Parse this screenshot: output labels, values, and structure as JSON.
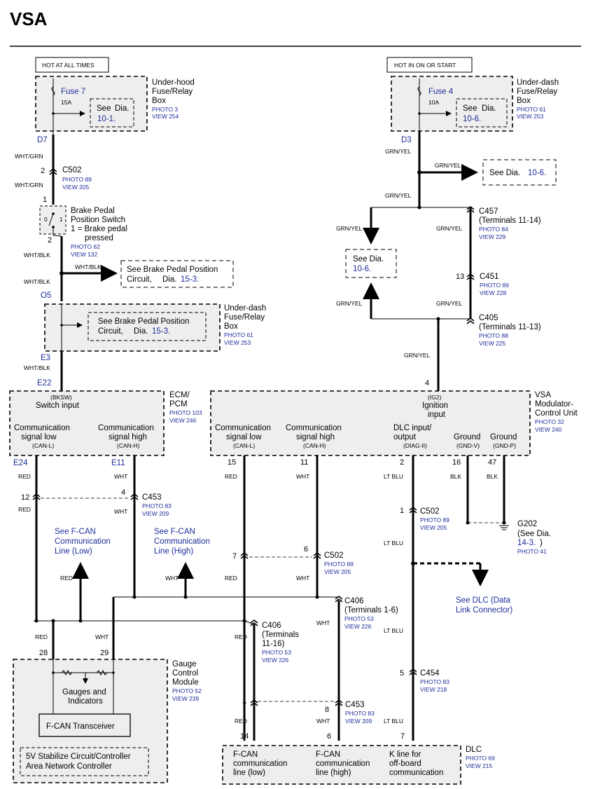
{
  "title": "VSA",
  "power": {
    "hot_at_all_times": "HOT AT ALL TIMES",
    "hot_in_on_or_start": "HOT IN ON OR START"
  },
  "underhood_box": {
    "fuse": "Fuse 7",
    "amps": "15A",
    "see1": "See",
    "dia1": "Dia.",
    "ref": "10-1.",
    "name1": "Under-hood",
    "name2": "Fuse/Relay",
    "name3": "Box",
    "photo": "PHOTO 3",
    "view": "VIEW 254",
    "terminal": "D7"
  },
  "underdash_box_top": {
    "fuse": "Fuse 4",
    "amps": "10A",
    "see1": "See",
    "dia1": "Dia.",
    "ref": "10-6.",
    "name1": "Under-dash",
    "name2": "Fuse/Relay",
    "name3": "Box",
    "photo": "PHOTO 61",
    "view": "VIEW 253",
    "terminal": "D3"
  },
  "wires": {
    "wht_grn": "WHT/GRN",
    "wht_blk": "WHT/BLK",
    "grn_yel": "GRN/YEL",
    "red": "RED",
    "wht": "WHT",
    "lt_blu": "LT BLU",
    "blk": "BLK"
  },
  "connectors": {
    "c502": "C502",
    "c502_photo": "PHOTO 89",
    "c502_view": "VIEW 205",
    "c457": "C457",
    "c457_sub": "(Terminals 11-14)",
    "c457_photo": "PHOTO 84",
    "c457_view": "VIEW 229",
    "c451": "C451",
    "c451_photo": "PHOTO 89",
    "c451_view": "VIEW 228",
    "c405": "C405",
    "c405_sub": "(Terminals 11-13)",
    "c405_photo": "PHOTO 88",
    "c405_view": "VIEW 225",
    "c453": "C453",
    "c453_photo": "PHOTO 83",
    "c453_view": "VIEW 209",
    "c406": "C406",
    "c406_sub": "(Terminals 1-6)",
    "c406_photo": "PHOTO 53",
    "c406_view": "VIEW 226",
    "c406b_sub1": "(Terminals",
    "c406b_sub2": "11-16)",
    "c454": "C454",
    "c454_photo": "PHOTO 83",
    "c454_view": "VIEW 218",
    "g202": "G202",
    "g202_sub1": "(See Dia.",
    "g202_ref": "14-3.",
    "g202_close": ")",
    "g202_photo": "PHOTO 41"
  },
  "see_refs": {
    "see": "See Dia.",
    "dia_10_6": "10-6.",
    "see_brake": "See Brake Pedal Position",
    "circuit": "Circuit,",
    "dia": "Dia.",
    "dia_15_3": "15-3."
  },
  "brake_switch": {
    "line1": "Brake Pedal",
    "line2": "Position Switch",
    "line3": "1 = Brake pedal",
    "line4": "pressed",
    "photo": "PHOTO 62",
    "view": "VIEW 132",
    "pos0": "0",
    "pos1": "1"
  },
  "underdash_box_mid": {
    "name1": "Under-dash",
    "name2": "Fuse/Relay",
    "name3": "Box",
    "photo": "PHOTO 61",
    "view": "VIEW 253",
    "terminal_top": "O5",
    "terminal_bottom": "E3"
  },
  "ecm": {
    "terminal": "E22",
    "bksw": "(BKSW)",
    "switch_input": "Switch input",
    "name1": "ECM/",
    "name2": "PCM",
    "photo": "PHOTO 103",
    "view": "VIEW 246",
    "comm_low1": "Communication",
    "comm_low2": "signal low",
    "comm_low3": "(CAN-L)",
    "comm_high1": "Communication",
    "comm_high2": "signal high",
    "comm_high3": "(CAN-H)",
    "pin_low": "E24",
    "pin_high": "E11"
  },
  "vsa_unit": {
    "ig2": "(IG2)",
    "ign1": "Ignition",
    "ign2": "input",
    "name1": "VSA",
    "name2": "Modulator-",
    "name3": "Control Unit",
    "photo": "PHOTO 32",
    "view": "VIEW 240",
    "comm_low1": "Communication",
    "comm_low2": "signal low",
    "comm_low3": "(CAN-L)",
    "comm_high1": "Communication",
    "comm_high2": "signal high",
    "comm_high3": "(CAN-H)",
    "dlc1": "DLC input/",
    "dlc2": "output",
    "dlc3": "(DIAG-II)",
    "gnd": "Ground",
    "gndv": "(GND-V)",
    "gndp": "(GND-P)"
  },
  "fcan": {
    "low1": "See F-CAN",
    "low2": "Communication",
    "low3": "Line (Low)",
    "high1": "See F-CAN",
    "high2": "Communication",
    "high3": "Line (High)"
  },
  "see_dlc": {
    "line1": "See DLC (Data",
    "line2": "Link Connector)"
  },
  "gauge": {
    "name1": "Gauge",
    "name2": "Control",
    "name3": "Module",
    "photo": "PHOTO 52",
    "view": "VIEW 239",
    "gauges1": "Gauges and",
    "gauges2": "Indicators",
    "transceiver": "F-CAN Transceiver",
    "stab1": "5V Stabilize Circuit/Controller",
    "stab2": "Area Network Controller"
  },
  "dlc": {
    "name": "DLC",
    "photo": "PHOTO 69",
    "view": "VIEW 215",
    "low1": "F-CAN",
    "low2": "communication",
    "low3": "line (low)",
    "high1": "F-CAN",
    "high2": "communication",
    "high3": "line (high)",
    "k1": "K line for",
    "k2": "off-board",
    "k3": "communication"
  },
  "pins": {
    "p1": "1",
    "p2": "2",
    "p4": "4",
    "p6": "6",
    "p7": "7",
    "p8": "8",
    "p11": "11",
    "p12": "12",
    "p13": "13",
    "p14": "14",
    "p15": "15",
    "p16": "16",
    "p28": "28",
    "p29": "29",
    "p47": "47"
  }
}
